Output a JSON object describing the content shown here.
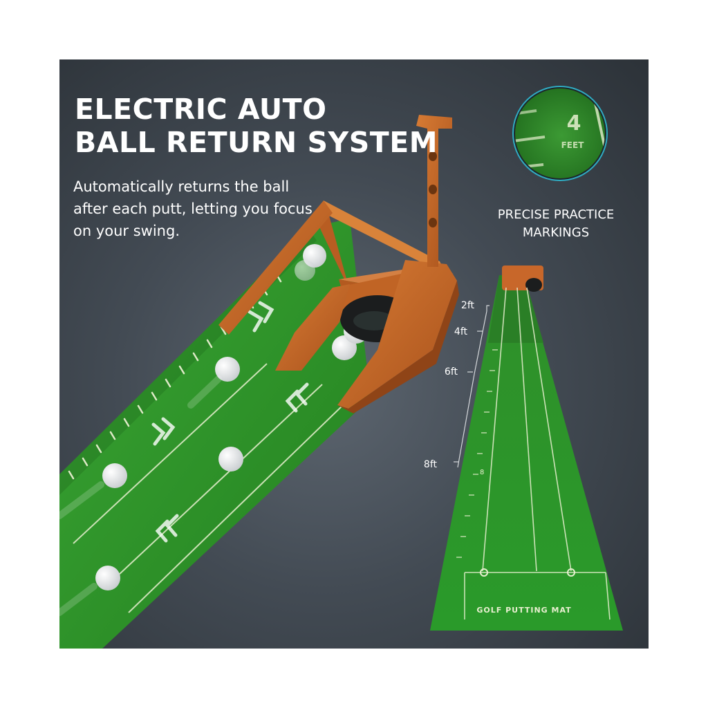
{
  "headline": {
    "line1": "ELECTRIC AUTO",
    "line2": "BALL RETURN SYSTEM"
  },
  "subtitle": "Automatically returns the ball after each putt, letting you focus on your swing.",
  "zoom_inset": {
    "caption": "PRECISE PRACTICE MARKINGS",
    "number": "4",
    "unit": "FEET"
  },
  "distance_markers": [
    "2ft",
    "4ft",
    "6ft",
    "8ft"
  ],
  "mat_text": "GOLF PUTTING MAT",
  "mat_scale_number": "8",
  "colors": {
    "background": "#434b54",
    "turf": "#2f9a2c",
    "wood": "#c8672a",
    "text": "#ffffff"
  }
}
